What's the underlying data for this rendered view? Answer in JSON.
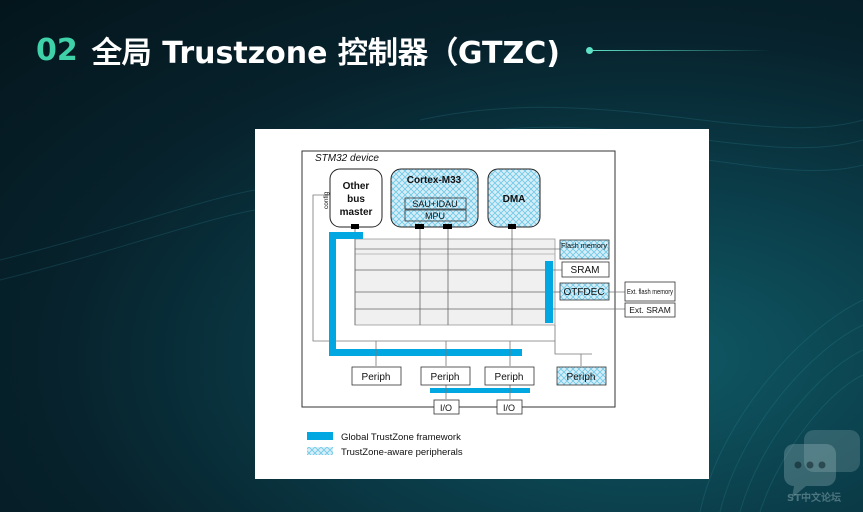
{
  "slide": {
    "number": "02",
    "title": "全局 Trustzone 控制器（GTZC)"
  },
  "diagram": {
    "device_label": "STM32 device",
    "config_label": "config",
    "masters": {
      "other": [
        "Other",
        "bus",
        "master"
      ],
      "cortex": "Cortex-M33",
      "sau": "SAU+IDAU",
      "mpu": "MPU",
      "dma": "DMA"
    },
    "memories": {
      "flash": "Flash memory",
      "sram": "SRAM",
      "otfdec": "OTFDEC",
      "ext_flash": "Ext. flash memory",
      "ext_sram": "Ext. SRAM"
    },
    "periph": [
      "Periph",
      "Periph",
      "Periph",
      "Periph"
    ],
    "io": [
      "I/O",
      "I/O"
    ],
    "legend": {
      "framework": "Global TrustZone framework",
      "aware": "TrustZone-aware peripherals"
    }
  },
  "colors": {
    "accent_number": "#3fd1a7",
    "framework_blue": "#00a7e1",
    "hatch_blue": "#6ec8e8"
  },
  "watermark": "ST中文论坛"
}
